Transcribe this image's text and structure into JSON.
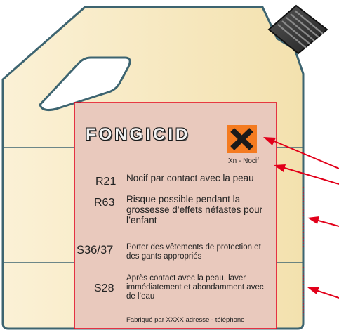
{
  "label": {
    "product_name": "FONGICID",
    "hazard_symbol": {
      "icon": "harmful-x-icon",
      "caption": "Xn - Nocif",
      "color": "#f47b20"
    },
    "phrases": [
      {
        "code": "R21",
        "text": "Nocif par contact avec la peau"
      },
      {
        "code": "R63",
        "text": "Risque possible pendant la grossesse d’effets néfastes pour l’enfant"
      },
      {
        "code": "S36/37",
        "text": "Porter des vêtements de protection et des gants appropriés"
      },
      {
        "code": "S28",
        "text": "Après contact avec la peau, laver immédiatement et abondamment avec de l’eau"
      }
    ],
    "manufacturer": "Fabriqué par XXXX adresse - téléphone"
  },
  "colors": {
    "can_body": "#f7e8bf",
    "can_outline": "#3d6470",
    "label_fill": "#e9c9bd",
    "label_border": "#e2001a",
    "arrow": "#e2001a",
    "cap": "#3a3a3a"
  }
}
